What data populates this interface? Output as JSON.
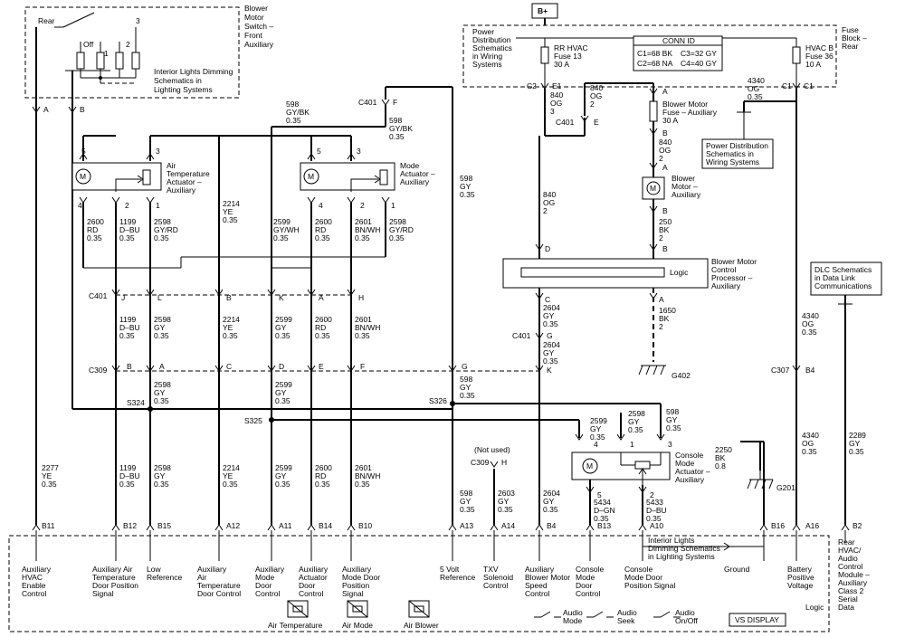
{
  "battery": "B+",
  "blower_switch": {
    "rear": "Rear",
    "off": "Off",
    "p1": "1",
    "p2": "2",
    "p3": "3",
    "title": [
      "Blower",
      "Motor",
      "Switch –",
      "Front",
      "Auxiliary"
    ],
    "dimming": [
      "Interior Lights Dimming",
      "Schematics in",
      "Lighting Systems"
    ]
  },
  "conn_a": "A",
  "conn_b": "B",
  "fuse_block": {
    "title": [
      "Fuse",
      "Block –",
      "Rear"
    ],
    "pds": [
      "Power",
      "Distribution",
      "Schematics",
      "in Wiring",
      "Systems"
    ],
    "rr_fuse": [
      "RR HVAC",
      "Fuse 13",
      "30 A"
    ],
    "hvac_fuse": [
      "HVAC B",
      "Fuse 36",
      "10 A"
    ],
    "conn_id_title": "CONN ID",
    "conn_ids": [
      "C1=68 BK",
      "C3=32 GY",
      "C2=68 NA",
      "C4=40 GY"
    ],
    "c2e1": [
      "C2",
      "E1"
    ],
    "c1c1": [
      "C1",
      "C1"
    ]
  },
  "c401": {
    "label": "C401",
    "f": "F",
    "e": "E",
    "g": "G"
  },
  "wire_598_top": [
    "598",
    "GY/BK",
    "0.35"
  ],
  "wire_598_2": [
    "598",
    "GY/BK",
    "0.35"
  ],
  "wire_598_v": [
    "598",
    "GY",
    "0.35"
  ],
  "wire_840_a": [
    "840",
    "OG",
    "3"
  ],
  "wire_840_b": [
    "840",
    "OG",
    "2"
  ],
  "wire_840_c": [
    "840",
    "OG",
    "2"
  ],
  "wire_840_d": [
    "840",
    "OG",
    "2"
  ],
  "wire_4340_top": [
    "4340",
    "OG",
    "0.35"
  ],
  "pds_box": [
    "Power Distribution",
    "Schematics in",
    "Wiring Systems"
  ],
  "blower_fuse": [
    "Blower Motor",
    "Fuse – Auxiliary",
    "30 A"
  ],
  "blower_motor": [
    "Blower",
    "Motor –",
    "Auxiliary"
  ],
  "wire_250": [
    "250",
    "BK",
    "2"
  ],
  "processor": {
    "logic": "Logic",
    "title": [
      "Blower Motor",
      "Control",
      "Processor –",
      "Auxiliary"
    ]
  },
  "air_temp_actuator": [
    "Air",
    "Temperature",
    "Actuator –",
    "Auxiliary"
  ],
  "mode_actuator": [
    "Mode",
    "Actuator –",
    "Auxiliary"
  ],
  "pins": {
    "p1": "1",
    "p2": "2",
    "p3": "3",
    "p4": "4",
    "p5": "5",
    "m": "M"
  },
  "wires_upper": [
    [
      "2600",
      "RD",
      "0.35"
    ],
    [
      "1199",
      "D–BU",
      "0.35"
    ],
    [
      "2598",
      "GY/RD",
      "0.35"
    ],
    [
      "2214",
      "YE",
      "0.35"
    ],
    [
      "2599",
      "GY/WH",
      "0.35"
    ],
    [
      "2600",
      "RD",
      "0.35"
    ],
    [
      "2601",
      "BN/WH",
      "0.35"
    ],
    [
      "2598",
      "GY/RD",
      "0.35"
    ]
  ],
  "c401_pins": [
    "J",
    "L",
    "B",
    "K",
    "A",
    "H",
    "C",
    "G",
    "A"
  ],
  "wires_mid": [
    [
      "1199",
      "D–BU",
      "0.35"
    ],
    [
      "2598",
      "GY",
      "0.35"
    ],
    [
      "2214",
      "YE",
      "0.35"
    ],
    [
      "2599",
      "GY",
      "0.35"
    ],
    [
      "2600",
      "RD",
      "0.35"
    ],
    [
      "2601",
      "BN/WH",
      "0.35"
    ]
  ],
  "wire_2604_a": [
    "2604",
    "GY",
    "0.35"
  ],
  "wire_2604_b": [
    "2604",
    "GY",
    "0.35"
  ],
  "wire_1650": [
    "1650",
    "BK",
    "2"
  ],
  "g402": "G402",
  "c309": {
    "label": "C309",
    "pins": [
      "B",
      "A",
      "C",
      "D",
      "E",
      "F",
      "G",
      "K"
    ]
  },
  "dlc": [
    "DLC Schematics",
    "in Data Link",
    "Communications"
  ],
  "wire_4340_mid": [
    "4340",
    "OG",
    "0.35"
  ],
  "c307": {
    "label": "C307",
    "pin": "B4"
  },
  "splices": {
    "s324": "S324",
    "s325": "S325",
    "s326": "S326"
  },
  "splice_wires": [
    [
      "2598",
      "GY",
      "0.35"
    ],
    [
      "2599",
      "GY",
      "0.35"
    ],
    [
      "598",
      "GY",
      "0.35"
    ]
  ],
  "console_actuator": [
    "Console",
    "Mode",
    "Actuator –",
    "Auxiliary"
  ],
  "console_wires": [
    [
      "2599",
      "GY",
      "0.35"
    ],
    [
      "2598",
      "GY",
      "0.35"
    ],
    [
      "598",
      "GY",
      "0.35"
    ]
  ],
  "wires_lower": [
    [
      "2277",
      "YE",
      "0.35"
    ],
    [
      "1199",
      "D–BU",
      "0.35"
    ],
    [
      "2598",
      "GY",
      "0.35"
    ],
    [
      "2214",
      "YE",
      "0.35"
    ],
    [
      "2599",
      "GY",
      "0.35"
    ],
    [
      "2600",
      "RD",
      "0.35"
    ],
    [
      "2601",
      "BN/WH",
      "0.35"
    ],
    [
      "598",
      "GY",
      "0.35"
    ],
    [
      "2603",
      "GY",
      "0.35"
    ],
    [
      "2604",
      "GY",
      "0.35"
    ],
    [
      "5434",
      "D–GN",
      "0.35"
    ],
    [
      "5433",
      "D–BU",
      "0.35"
    ],
    [
      "4340",
      "OG",
      "0.35"
    ],
    [
      "2289",
      "GY",
      "0.35"
    ]
  ],
  "not_used": "(Not used)",
  "c309_h": [
    "C309",
    "H"
  ],
  "wire_2250": [
    "2250",
    "BK",
    "0.8"
  ],
  "g201": "G201",
  "module_pins": [
    "B11",
    "B12",
    "B15",
    "A12",
    "A11",
    "B14",
    "B10",
    "A13",
    "A14",
    "B4",
    "B13",
    "A10",
    "B16",
    "A16",
    "B2"
  ],
  "module_title": [
    "Rear",
    "HVAC/",
    "Audio",
    "Control",
    "Module –",
    "Auxiliary"
  ],
  "module_functions": [
    [
      "Auxiliary",
      "HVAC",
      "Enable",
      "Control"
    ],
    [
      "Auxiliary Air",
      "Temperature",
      "Door Position",
      "Signal"
    ],
    [
      "Low",
      "Reference"
    ],
    [
      "Auxiliary",
      "Air",
      "Temperature",
      "Door Control"
    ],
    [
      "Auxiliary",
      "Mode",
      "Door",
      "Control"
    ],
    [
      "Auxiliary",
      "Actuator",
      "Door",
      "Control"
    ],
    [
      "Auxiliary",
      "Mode Door",
      "Position",
      "Signal"
    ],
    [
      "5 Volt",
      "Reference"
    ],
    [
      "TXV",
      "Solenoid",
      "Control"
    ],
    [
      "Auxiliary",
      "Blower Motor",
      "Speed",
      "Control"
    ],
    [
      "Console",
      "Mode",
      "Door",
      "Control"
    ],
    [
      "Console",
      "Mode Door",
      "Position Signal"
    ],
    [
      "Ground"
    ],
    [
      "Battery",
      "Positive",
      "Voltage"
    ],
    [
      "Class 2",
      "Serial",
      "Data"
    ]
  ],
  "module_dimming": [
    "Interior Lights",
    "Dimming Schematics",
    "in Lighting Systems"
  ],
  "controls": {
    "air_temp": "Air Temperature",
    "air_mode": "Air Mode",
    "air_blower": "Air Blower",
    "audio_mode": [
      "Audio",
      "Mode"
    ],
    "audio_seek": [
      "Audio",
      "Seek"
    ],
    "audio_onoff": [
      "Audio",
      "On/Off"
    ],
    "vs_display": "VS DISPLAY",
    "logic": "Logic"
  }
}
